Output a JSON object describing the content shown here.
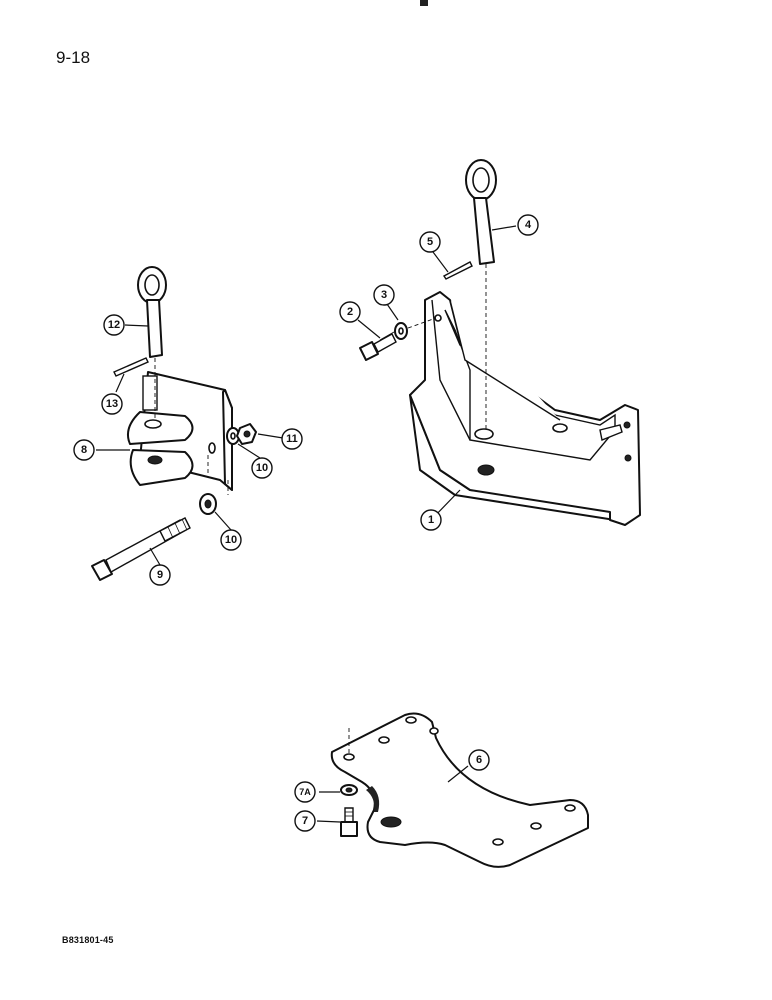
{
  "page": {
    "number": "9-18",
    "figure_code": "B831801-45"
  },
  "callouts": {
    "c1": "1",
    "c2": "2",
    "c3": "3",
    "c4": "4",
    "c5": "5",
    "c6": "6",
    "c7": "7",
    "c7a": "7A",
    "c8": "8",
    "c9": "9",
    "c10a": "10",
    "c10b": "10",
    "c11": "11",
    "c12": "12",
    "c13": "13"
  }
}
